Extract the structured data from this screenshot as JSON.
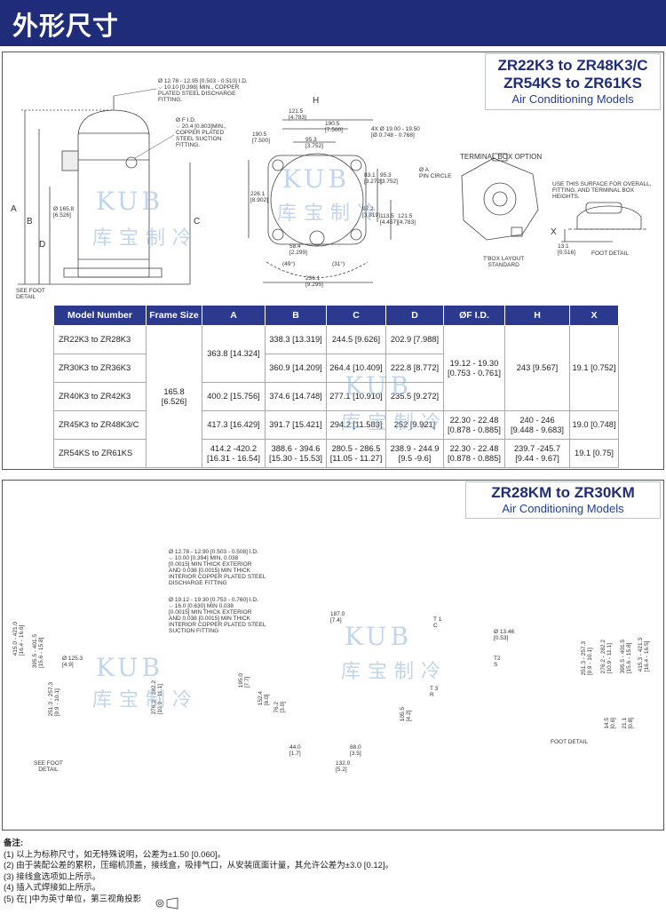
{
  "header": {
    "title": "外形尺寸"
  },
  "section1": {
    "title_line1": "ZR22K3 to ZR48K3/C",
    "title_line2": "ZR54KS to ZR61KS",
    "subtitle": "Air Conditioning Models",
    "labels": {
      "discharge": "Ø 12.78 - 12.95 [0.503 - 0.510] I.D.\n⌵ 10.10 [0.398] MIN., COPPER\nPLATED STEEL DISCHARGE\nFITTING.",
      "suction": "Ø F I.D.\n⌵ 20.4 [0.803]MIN.,\nCOPPER PLATED\nSTEEL SUCTION\nFITTING.",
      "dia_shell": "Ø 165.8\n[6.526]",
      "see_foot": "SEE FOOT\nDETAIL",
      "dim_a": "A",
      "dim_b": "B",
      "dim_c": "C",
      "dim_d": "D",
      "dim_h": "H",
      "top_121": "121.5\n[4.783]",
      "top_190a": "190.5\n[7.500]",
      "top_95a": "95.3\n[3.752]",
      "top_190b": "190.5\n[7.500]",
      "top_226": "226.1\n[8.902]",
      "top_83": "83.1\n[3.272]",
      "top_95b": "95.3\n[3.752]",
      "top_97": "97.2\n[3.819]",
      "top_113": "113.5\n[4.457]",
      "top_121v": "121.5\n[4.783]",
      "top_58": "58.4\n[2.299]",
      "top_236": "236.1\n[9.295]",
      "ang_49": "(49°)",
      "ang_31": "(31°)",
      "holes": "4X Ø 19.00 - 19.50\n[Ø 0.748 - 0.768]",
      "pin_circle": "Ø A\nPIN CIRCLE",
      "terminal_box": "TERMINAL BOX OPTION",
      "t_box_layout": "T'BOX LAYOUT\nSTANDARD",
      "use_surface": "USE THIS SURFACE FOR OVERALL,\nFITTING, AND TERMINAL BOX\nHEIGHTS.",
      "x_label": "X",
      "x_13": "13.1\n[0.516]",
      "foot_detail": "FOOT DETAIL"
    }
  },
  "table": {
    "headers": [
      "Model Number",
      "Frame Size",
      "A",
      "B",
      "C",
      "D",
      "ØF I.D.",
      "H",
      "X"
    ],
    "frame_size": "165.8\n[6.526]",
    "rows": [
      {
        "model": "ZR22K3 to ZR28K3",
        "A": "363.8 [14.324]",
        "B": "338.3 [13.319]",
        "C": "244.5 [9.626]",
        "D": "202.9 [7.988]",
        "F": "19.12 - 19.30\n[0.753 - 0.761]",
        "H": "243 [9.567]",
        "X": "19.1 [0.752]"
      },
      {
        "model": "ZR30K3 to ZR36K3",
        "B": "360.9 [14.209]",
        "C": "264.4 [10.409]",
        "D": "222.8 [8.772]"
      },
      {
        "model": "ZR40K3 to ZR42K3",
        "A": "400.2 [15.756]",
        "B": "374.6 [14.748]",
        "C": "277.1 [10.910]",
        "D": "235.5 [9.272]"
      },
      {
        "model": "ZR45K3 to ZR48K3/C",
        "A": "417.3 [16.429]",
        "B": "391.7 [15.421]",
        "C": "294.2 [11.583]",
        "D": "252 [9.921]",
        "F": "22.30 - 22.48\n[0.878 - 0.885]",
        "H": "240 - 246\n[9.448 - 9.683]",
        "X": "19.0 [0.748]"
      },
      {
        "model": "ZR54KS to ZR61KS",
        "A": "414.2 -420.2\n[16.31 - 16.54]",
        "B": "388.6 - 394.6\n[15.30 - 15.53]",
        "C": "280.5 - 286.5\n[11.05 - 11.27]",
        "D": "238.9 - 244.9\n[9.5 -9.6]",
        "F": "22.30 - 22.48\n[0.878 - 0.885]",
        "H": "239.7 -245.7\n[9.44 - 9.67]",
        "X": "19.1 [0.75]"
      }
    ]
  },
  "section2": {
    "title": "ZR28KM to ZR30KM",
    "subtitle": "Air Conditioning Models",
    "labels": {
      "discharge": "Ø 12.78 - 12.90 [0.503 - 0.508] I.D.\n⌵ 10.00 [0.394] MIN, 0.038\n[0.0015] MIN THICK EXTERIOR\nAND 0.038 [0.0015] MIN THICK\nINTERIOR COPPER PLATED STEEL\nDISCHARGE FITTING",
      "suction": "Ø 19.12 - 19.30 [0.753 - 0.760] I.D.\n⌵ 16.0 [0.630] MIN 0.038\n[0.0015] MIN THICK EXTERIOR\nAND 0.038 [0.0015] MIN THICK\nINTERIOR COPPER PLATED STEEL\nSUCTION FITTING",
      "h415": "415.0 - 421.0\n[16.4 - 16.6]",
      "h395": "395.5 - 401.5\n[15.6 - 15.8]",
      "h251": "251.3 - 257.3\n[9.9 - 10.1]",
      "d125": "Ø 125.3\n[4.9]",
      "h276": "276.2 - 282.2\n[10.9 - 11.1]",
      "see_foot": "SEE FOOT\nDETAIL",
      "w187": "187.0\n[7.4]",
      "v195": "195.0\n[7.7]",
      "v152": "152.4\n[6.0]",
      "v76": "76.2\n[3.0]",
      "v105": "105.5\n[4.2]",
      "b44": "44.0\n[1.7]",
      "b88": "88.0\n[3.5]",
      "b132": "132.0\n[5.2]",
      "t1": "T 1\nC",
      "t2": "T2\nS",
      "t3": "T 3\nR",
      "d1346": "Ø 13.46\n[0.53]",
      "r251": "251.3 - 257.3\n[9.9 - 10.1]",
      "r276": "276.2 - 282.2\n[10.9 - 11.1]",
      "r395": "395.5 - 401.5\n[15.6 - 15.8]",
      "r415": "415.3 - 421.3\n[16.4 - 16.5]",
      "r145": "14.5\n[0.6]",
      "r211": "21.1\n[0.8]",
      "foot_detail": "FOOT DETAIL"
    }
  },
  "watermark": {
    "brand": "KUB",
    "cn": "库宝制冷"
  },
  "notes": {
    "title": "备注:",
    "items": [
      "(1) 以上为标称尺寸，如无特殊说明，公差为±1.50 [0.060]。",
      "(2) 由于装配公差的累积，压缩机顶盖，接线盒，吸排气口，从安装底面计量，其允许公差为±3.0 [0.12]。",
      "(3) 接线盒选项如上所示。",
      "(4) 插入式焊接如上所示。",
      "(5) 在[ ]中为英寸单位，第三视角投影"
    ]
  },
  "colors": {
    "header_bg": "#1f2c7a",
    "table_header": "#2b3a8f",
    "title_text": "#1f2c7a",
    "watermark": "#8fb4e0"
  }
}
